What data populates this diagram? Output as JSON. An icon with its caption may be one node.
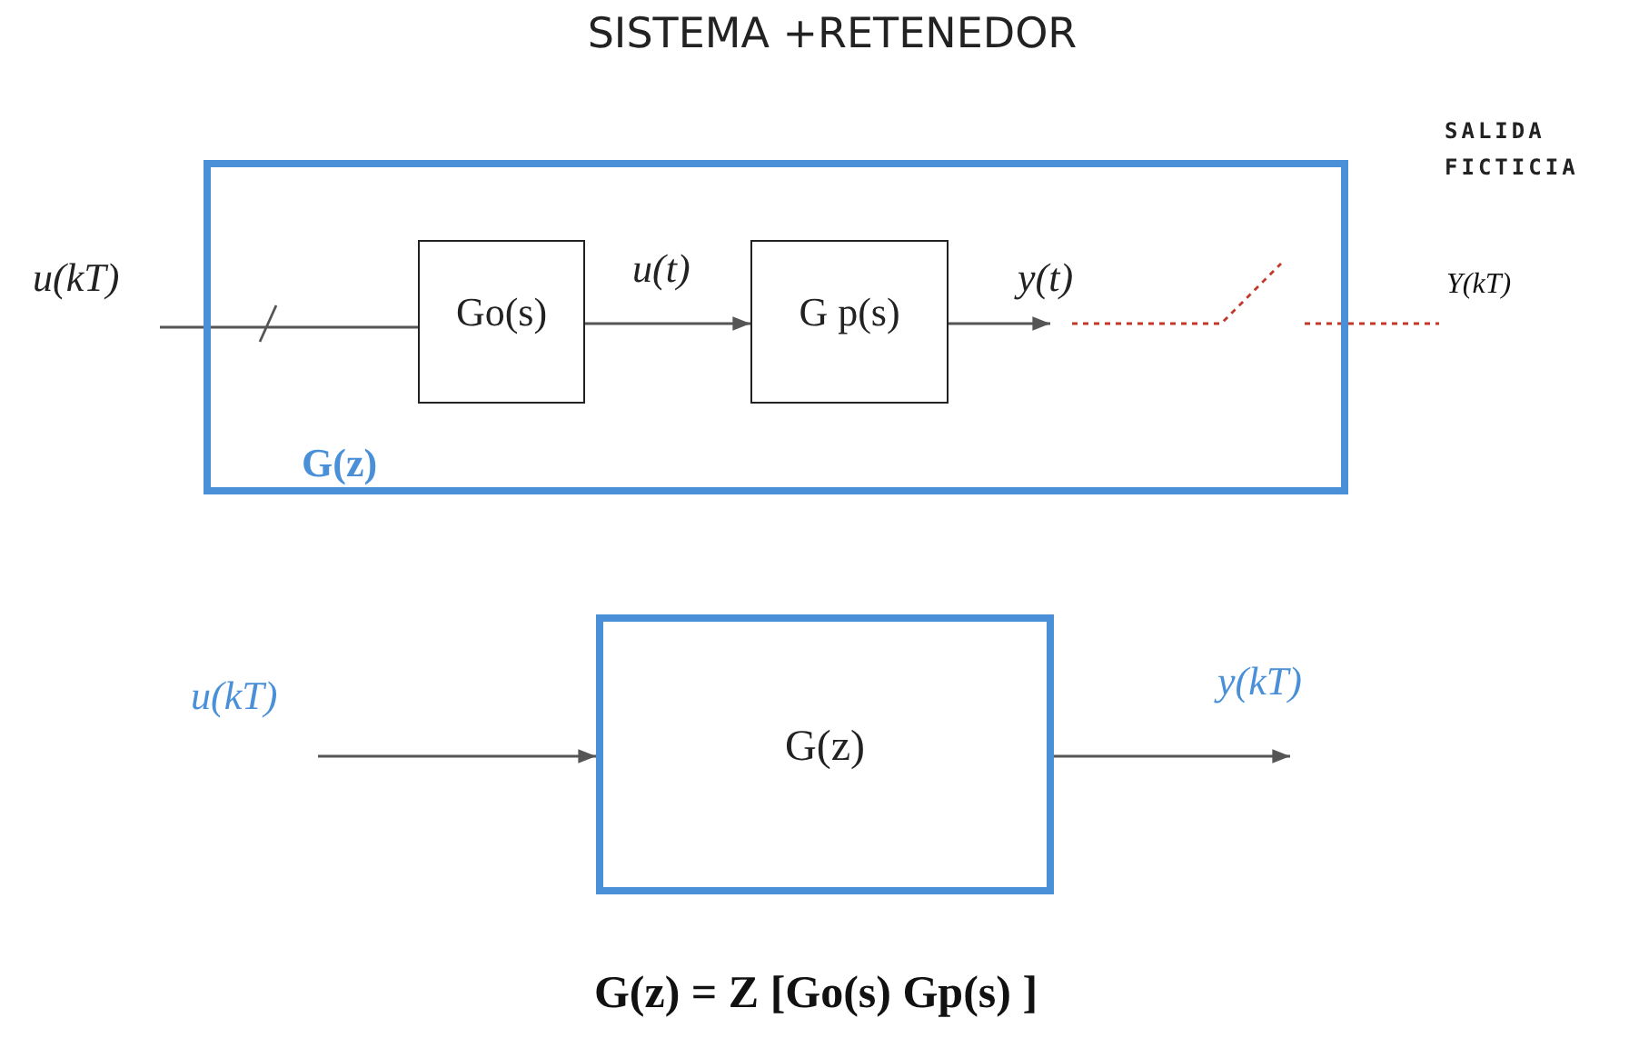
{
  "diagram": {
    "title": "SISTEMA +RETENEDOR",
    "caption": "G(z) = Z [Go(s) Gp(s) ]",
    "nodes": [
      {
        "text": [
          "G(z)"
        ]
      },
      {
        "text": [
          "Go(s)"
        ],
        "in": 0
      },
      {
        "text": [
          "G p(s)"
        ],
        "in": 0
      },
      {
        "text": [
          "Y(kT)"
        ]
      },
      {
        "text": [
          "G(z)"
        ]
      }
    ],
    "edges": [
      {
        "from": null,
        "to": 1,
        "arrow": "none",
        "label": "u(kT)"
      },
      {
        "from": 1,
        "to": 2,
        "arrow": "to",
        "label": "u(t)"
      },
      {
        "from": 2,
        "to": null,
        "arrow": "to",
        "label": "y(t)"
      },
      {
        "from": null,
        "to": 3,
        "arrow": "none",
        "style": "dashed",
        "color": "#c0392b"
      },
      {
        "from": null,
        "to": 4,
        "arrow": "to",
        "label": "u(kT)"
      },
      {
        "from": 4,
        "to": null,
        "arrow": "to",
        "label": "y(kT)"
      }
    ],
    "labels": [
      "SALIDA FICTICIA"
    ]
  }
}
